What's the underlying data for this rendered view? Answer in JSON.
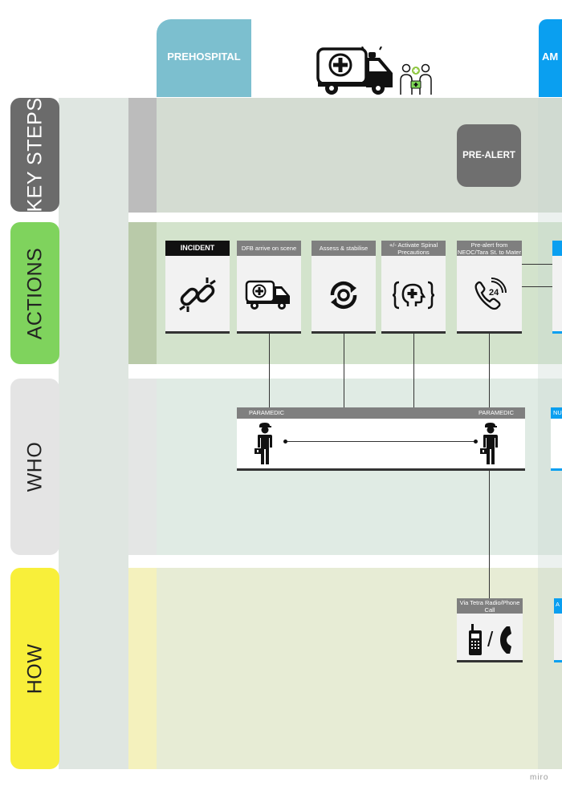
{
  "header": {
    "phase_prehospital": "PREHOSPITAL",
    "phase_next": "AM",
    "colors": {
      "prehospital": "#7cbfcf",
      "next": "#0a9ff0"
    }
  },
  "rows": {
    "key_steps": "KEY STEPS",
    "actions": "ACTIONS",
    "who": "WHO",
    "how": "HOW",
    "colors": {
      "key_steps": "#6b6b6b",
      "actions": "#7fd35d",
      "who": "#e4e4e4",
      "how": "#f8ef3a"
    }
  },
  "key_step": {
    "label": "PRE-ALERT"
  },
  "actions": {
    "incident": "INCIDENT",
    "arrive": "DFB arrive on scene",
    "assess": "Assess & stabilise",
    "spinal": "+/- Activate Spinal Precautions",
    "prealert": "Pre-alert from NEOC/Tara St. to Mater"
  },
  "who": {
    "left": "PARAMEDIC",
    "right": "PARAMEDIC",
    "next": "NU"
  },
  "how": {
    "card": "Via Tetra Radio/Phone Call",
    "next": "A",
    "separator": "/"
  },
  "icons": {
    "header": "ambulance-with-paramedics-icon",
    "incident": "broken-link-icon",
    "arrive": "ambulance-icon",
    "assess": "cycle-icon",
    "spinal": "head-plus-icon",
    "prealert": "phone-24-icon",
    "paramedic": "paramedic-icon",
    "radio": "radio-icon",
    "phone": "phone-icon"
  },
  "footer": {
    "brand": "miro"
  }
}
